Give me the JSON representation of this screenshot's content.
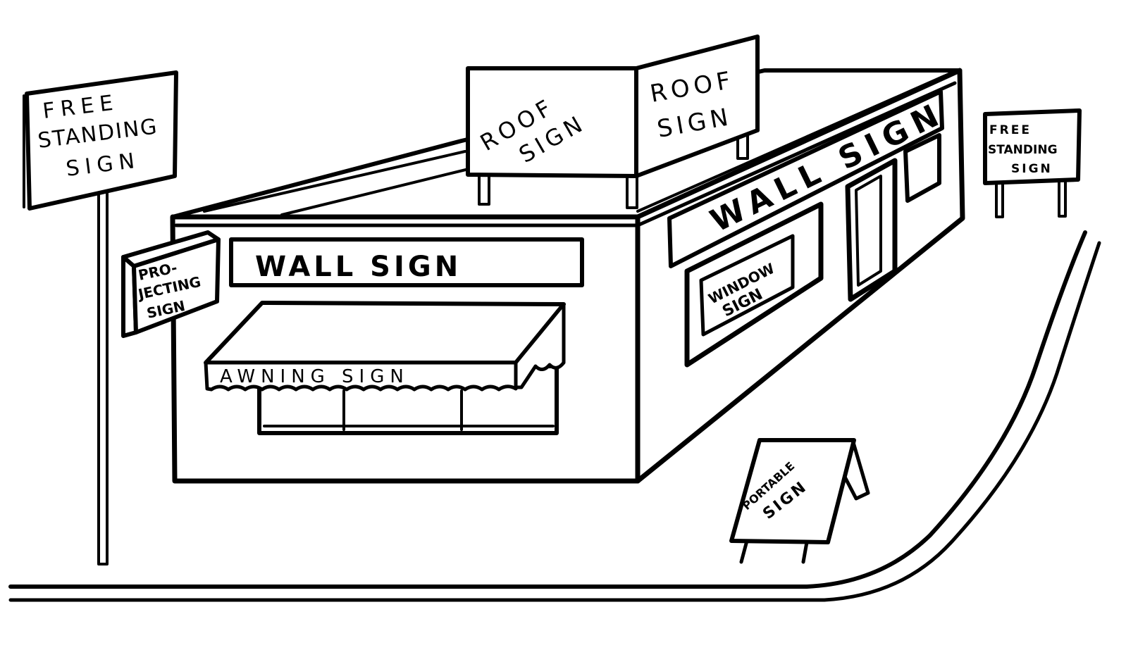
{
  "signs": {
    "free_standing_left": [
      "FREE",
      "STANDING",
      "SIGN"
    ],
    "free_standing_right": [
      "FREE",
      "STANDING",
      "SIGN"
    ],
    "roof_left": [
      "ROOF",
      "SIGN"
    ],
    "roof_right": [
      "ROOF",
      "SIGN"
    ],
    "projecting": [
      "PRO-",
      "JECTING",
      "SIGN"
    ],
    "wall_front": "WALL SIGN",
    "wall_side": "WALL SIGN",
    "awning": "AWNING SIGN",
    "window": [
      "WINDOW",
      "SIGN"
    ],
    "portable": [
      "PORTABLE",
      "SIGN"
    ]
  }
}
